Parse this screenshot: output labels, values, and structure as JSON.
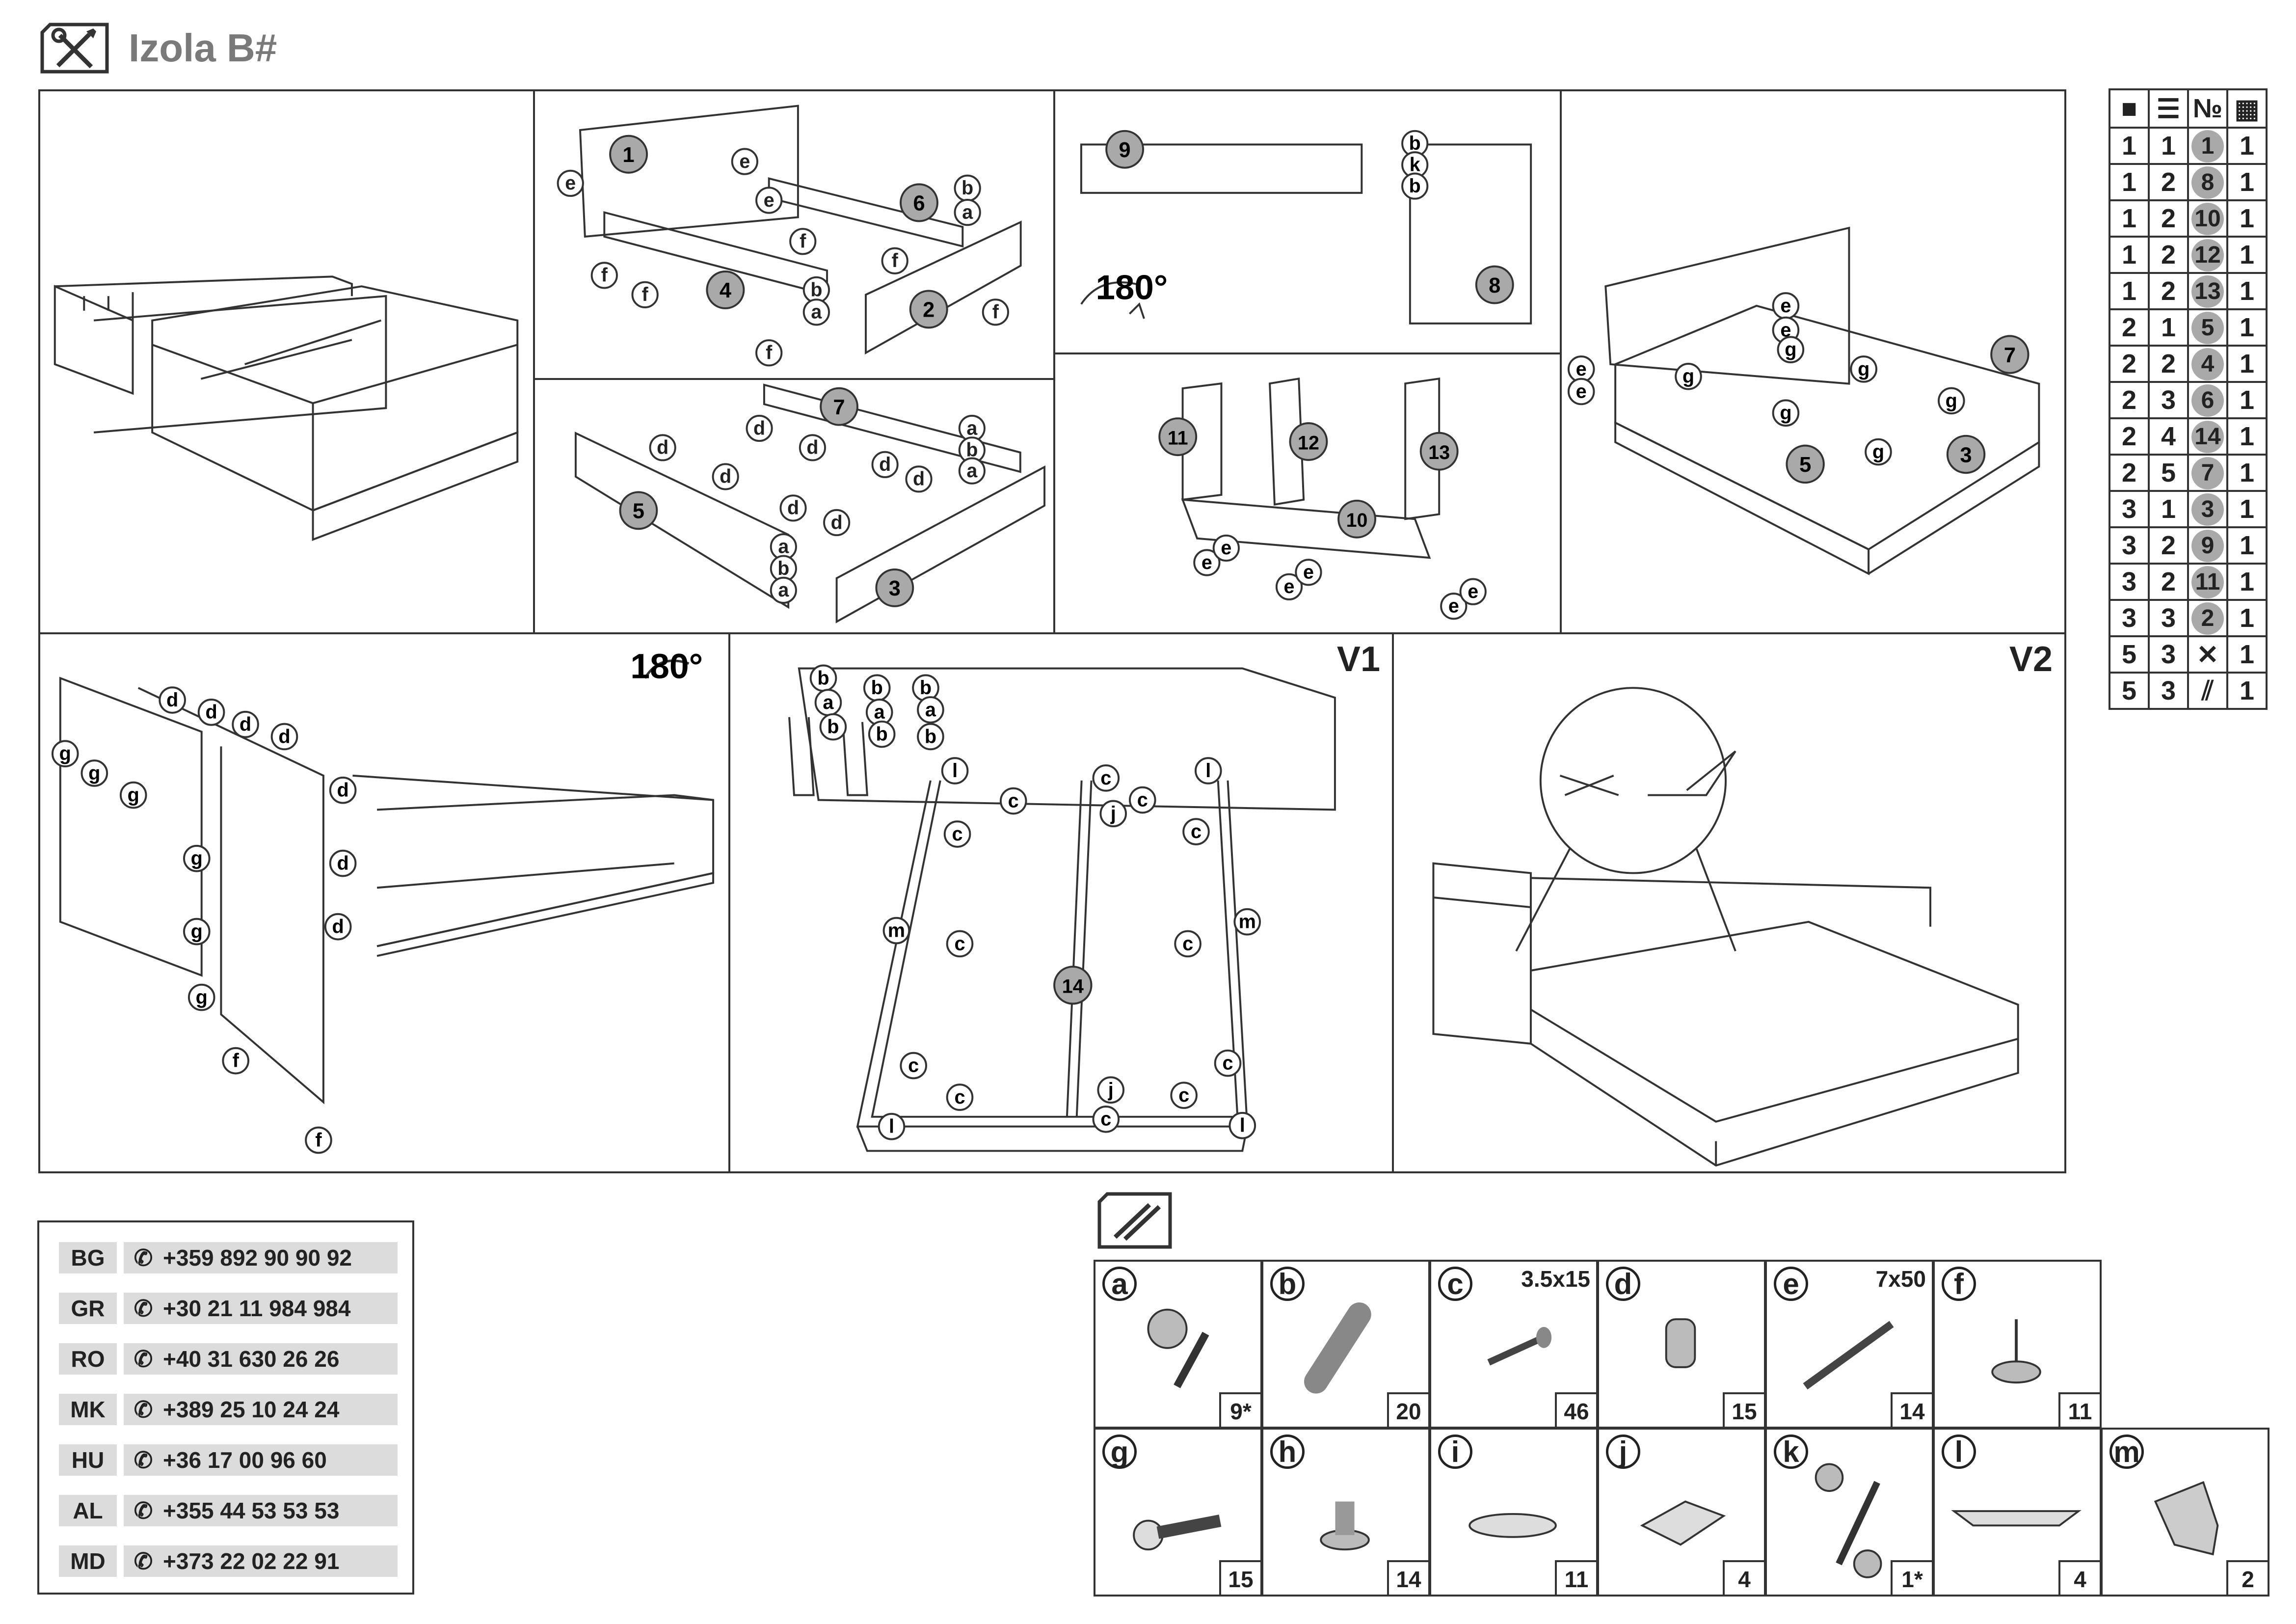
{
  "header": {
    "title": "Izola B#",
    "icon": "tools-icon"
  },
  "steps": {
    "v1_label": "V1",
    "v2_label": "V2",
    "rotate_label": "180°"
  },
  "parts_table": {
    "headers": [
      "box-icon",
      "pack-icon",
      "№",
      "qty-icon"
    ],
    "rows": [
      [
        "1",
        "1",
        "1",
        "1"
      ],
      [
        "1",
        "2",
        "8",
        "1"
      ],
      [
        "1",
        "2",
        "10",
        "1"
      ],
      [
        "1",
        "2",
        "12",
        "1"
      ],
      [
        "1",
        "2",
        "13",
        "1"
      ],
      [
        "2",
        "1",
        "5",
        "1"
      ],
      [
        "2",
        "2",
        "4",
        "1"
      ],
      [
        "2",
        "3",
        "6",
        "1"
      ],
      [
        "2",
        "4",
        "14",
        "1"
      ],
      [
        "2",
        "5",
        "7",
        "1"
      ],
      [
        "3",
        "1",
        "3",
        "1"
      ],
      [
        "3",
        "2",
        "9",
        "1"
      ],
      [
        "3",
        "2",
        "11",
        "1"
      ],
      [
        "3",
        "3",
        "2",
        "1"
      ],
      [
        "5",
        "3",
        "tools-icon",
        "1"
      ],
      [
        "5",
        "3",
        "rails-icon",
        "1"
      ]
    ]
  },
  "phones": [
    {
      "cc": "BG",
      "num": "+359 892 90 90 92"
    },
    {
      "cc": "GR",
      "num": "+30 21 11 984 984"
    },
    {
      "cc": "RO",
      "num": "+40 31 630 26 26"
    },
    {
      "cc": "MK",
      "num": "+389 25 10 24 24"
    },
    {
      "cc": "HU",
      "num": "+36 17 00 96 60"
    },
    {
      "cc": "AL",
      "num": "+355 44 53 53 53"
    },
    {
      "cc": "MD",
      "num": "+373 22 02 22 91"
    }
  ],
  "hardware": [
    {
      "letter": "a",
      "size": "",
      "qty": "9*"
    },
    {
      "letter": "b",
      "size": "",
      "qty": "20"
    },
    {
      "letter": "c",
      "size": "3.5x15",
      "qty": "46"
    },
    {
      "letter": "d",
      "size": "",
      "qty": "15"
    },
    {
      "letter": "e",
      "size": "7x50",
      "qty": "14"
    },
    {
      "letter": "f",
      "size": "",
      "qty": "11"
    },
    {
      "letter": "g",
      "size": "",
      "qty": "15"
    },
    {
      "letter": "h",
      "size": "",
      "qty": "14"
    },
    {
      "letter": "i",
      "size": "",
      "qty": "11"
    },
    {
      "letter": "j",
      "size": "",
      "qty": "4"
    },
    {
      "letter": "k",
      "size": "",
      "qty": "1*"
    },
    {
      "letter": "l",
      "size": "",
      "qty": "4"
    },
    {
      "letter": "m",
      "size": "",
      "qty": "2"
    }
  ],
  "callouts": {
    "p2": [
      "1",
      "4",
      "6",
      "2",
      "e",
      "f",
      "a",
      "b"
    ],
    "p3": [
      "7",
      "5",
      "3",
      "d",
      "a",
      "b"
    ],
    "p4": [
      "9",
      "8",
      "b",
      "k"
    ],
    "p5": [
      "11",
      "12",
      "13",
      "10",
      "e"
    ],
    "p6": [
      "7",
      "5",
      "3",
      "e",
      "g"
    ],
    "p7": [
      "d",
      "g",
      "f"
    ],
    "p8": [
      "14",
      "b",
      "a",
      "c",
      "j",
      "l",
      "m"
    ]
  }
}
